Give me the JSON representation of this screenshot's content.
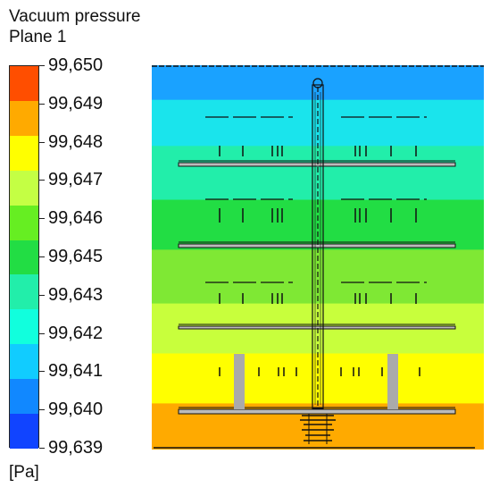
{
  "header": {
    "title": "Vacuum pressure",
    "subtitle": "Plane 1"
  },
  "legend": {
    "unit": "[Pa]",
    "ticks": [
      "99,650",
      "99,649",
      "99,648",
      "99,647",
      "99,646",
      "99,645",
      "99,643",
      "99,642",
      "99,641",
      "99,640",
      "99,639"
    ],
    "colors_top_to_bottom": [
      "#ff4e00",
      "#ffaa00",
      "#ffff00",
      "#c4ff44",
      "#66ee22",
      "#22dd44",
      "#22eeaa",
      "#11ffdd",
      "#11ccff",
      "#1188ff",
      "#1144ff"
    ]
  },
  "contour": {
    "bands_top_to_bottom": [
      {
        "color": "#1aa2ff",
        "level": 0.09
      },
      {
        "color": "#1ae4ec",
        "level": 0.21
      },
      {
        "color": "#22eeaa",
        "level": 0.35
      },
      {
        "color": "#22dd44",
        "level": 0.48
      },
      {
        "color": "#7fe834",
        "level": 0.62
      },
      {
        "color": "#c8ff3c",
        "level": 0.75
      },
      {
        "color": "#ffff00",
        "level": 0.88
      },
      {
        "color": "#ffaa00",
        "level": 1.0
      }
    ]
  }
}
